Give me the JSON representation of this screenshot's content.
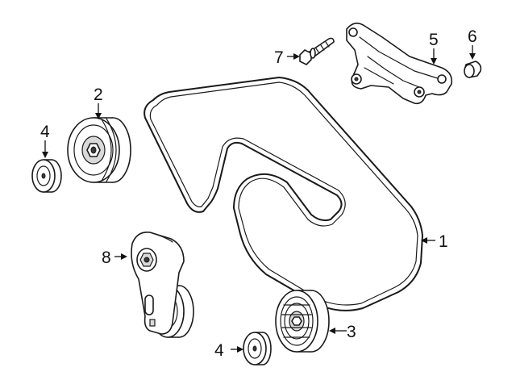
{
  "diagram": {
    "parts": [
      {
        "key": "belt",
        "number": "1"
      },
      {
        "key": "idler_pulley_upper",
        "number": "2"
      },
      {
        "key": "idler_pulley_lower",
        "number": "3"
      },
      {
        "key": "pulley_cover_upper",
        "number": "4"
      },
      {
        "key": "pulley_cover_lower",
        "number": "4"
      },
      {
        "key": "bracket",
        "number": "5"
      },
      {
        "key": "plug",
        "number": "6"
      },
      {
        "key": "bolt",
        "number": "7"
      },
      {
        "key": "tensioner",
        "number": "8"
      }
    ]
  }
}
